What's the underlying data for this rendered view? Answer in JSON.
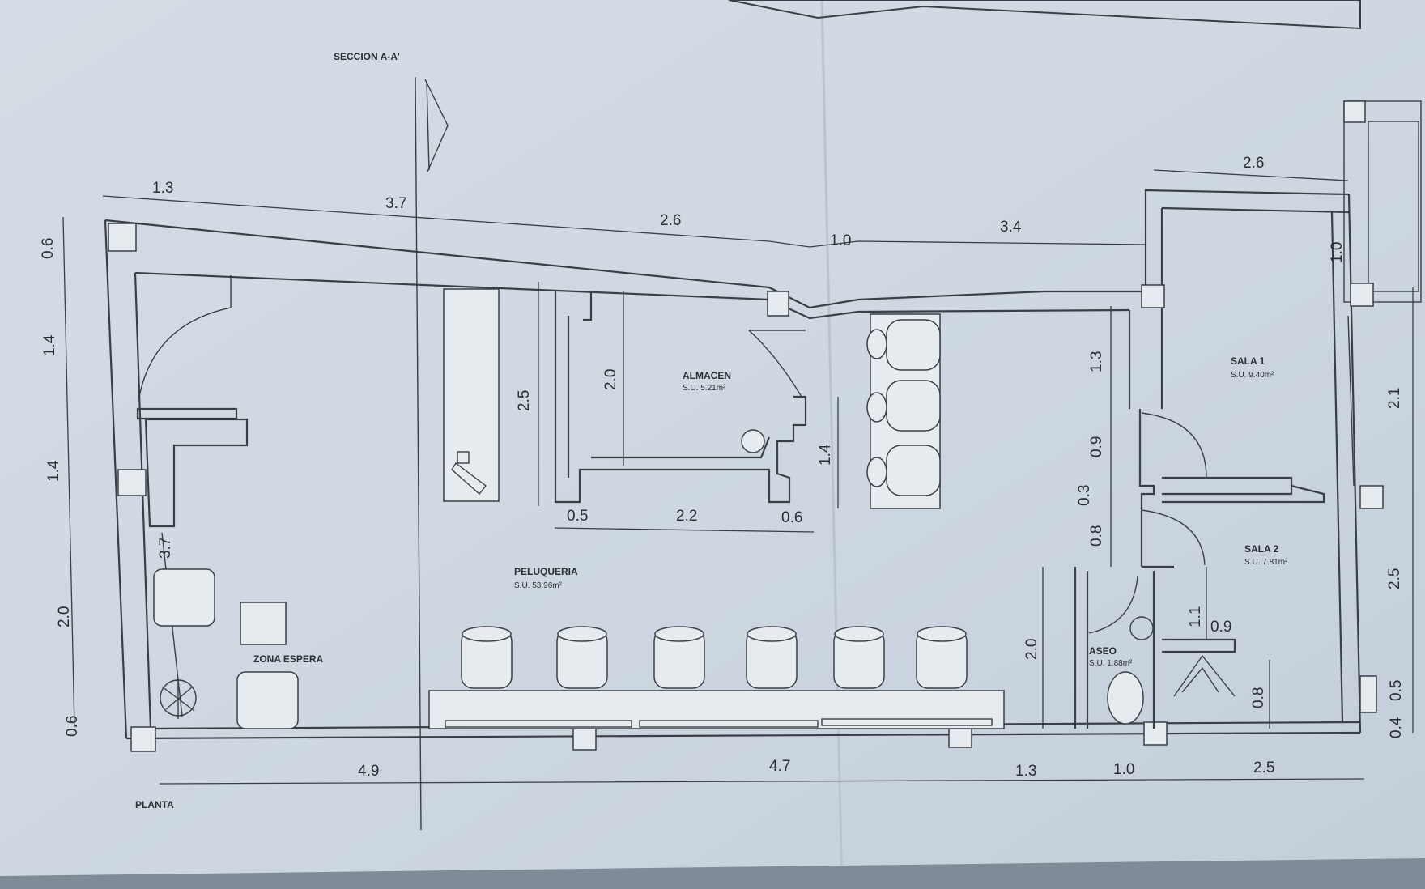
{
  "title": "SECCION A-A'",
  "plan_label": "PLANTA",
  "rooms": {
    "almacen": {
      "name": "ALMACEN",
      "area": "S.U. 5.21m²"
    },
    "peluqueria": {
      "name": "PELUQUERIA",
      "area": "S.U. 53.96m²"
    },
    "sala1": {
      "name": "SALA 1",
      "area": "S.U. 9.40m²"
    },
    "sala2": {
      "name": "SALA 2",
      "area": "S.U. 7.81m²"
    },
    "aseo": {
      "name": "ASEO",
      "area": "S.U. 1.88m²"
    },
    "zona_espera": {
      "name": "ZONA ESPERA"
    }
  },
  "dims": {
    "top": [
      "1.3",
      "3.7",
      "2.6",
      "1.0",
      "3.4",
      "2.6"
    ],
    "left": [
      "0.6",
      "1.4",
      "1.4",
      "2.0",
      "0.6"
    ],
    "bottom": [
      "4.9",
      "4.7",
      "1.3",
      "1.0",
      "2.5"
    ],
    "right": [
      "1.0",
      "2.1",
      "2.5",
      "0.5",
      "0.4"
    ],
    "almacen": [
      "2.0",
      "2.5",
      "0.5",
      "2.2",
      "0.6"
    ],
    "chairs_side": "1.4",
    "entry": "3.7",
    "center": [
      "1.3",
      "0.9",
      "0.3",
      "0.8",
      "2.0"
    ],
    "sala2": [
      "1.1",
      "0.9",
      "0.8"
    ]
  },
  "colors": {
    "paper": "#c9d3dd",
    "ink": "#3a3f45"
  }
}
